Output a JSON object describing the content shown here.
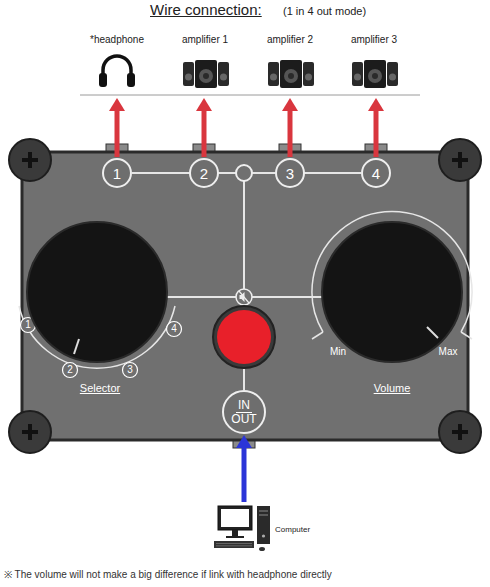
{
  "diagram": {
    "title": "Wire connection:",
    "nodes": [
      {
        "text": [
          "*headphone"
        ]
      },
      {
        "text": [
          "amplifier 1"
        ]
      },
      {
        "text": [
          "amplifier 2"
        ]
      },
      {
        "text": [
          "amplifier 3"
        ]
      },
      {
        "text": [
          "1"
        ]
      },
      {
        "text": [
          "2"
        ]
      },
      {
        "text": [
          "3"
        ]
      },
      {
        "text": [
          "4"
        ]
      },
      {
        "text": [
          "IN",
          "OUT"
        ]
      },
      {
        "text": [
          "Computer"
        ]
      }
    ],
    "edges": [
      {
        "from": 4,
        "to": 0,
        "arrow": "to"
      },
      {
        "from": 5,
        "to": 1,
        "arrow": "to"
      },
      {
        "from": 6,
        "to": 2,
        "arrow": "to"
      },
      {
        "from": 7,
        "to": 3,
        "arrow": "to"
      },
      {
        "from": 9,
        "to": 8,
        "arrow": "to"
      },
      {
        "from": 8,
        "to": 4,
        "arrow": "none"
      },
      {
        "from": 8,
        "to": 5,
        "arrow": "none"
      },
      {
        "from": 8,
        "to": 6,
        "arrow": "none"
      },
      {
        "from": 8,
        "to": 7,
        "arrow": "none"
      }
    ],
    "labels": [
      "(1 in 4 out mode)",
      "1",
      "2",
      "3",
      "4",
      "Selector",
      "Min",
      "Max",
      "Volume",
      "※ The volume will not make a big difference if link with headphone directly"
    ]
  }
}
